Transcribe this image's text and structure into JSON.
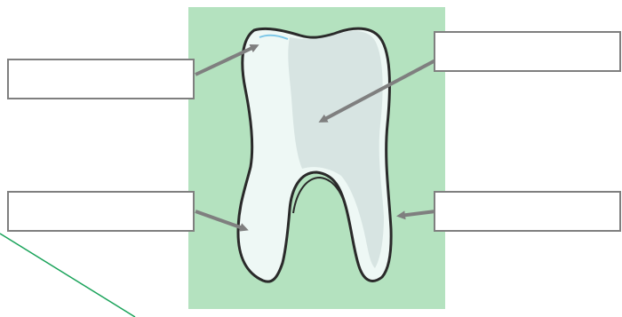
{
  "diagram": {
    "colors": {
      "background_panel": "#b4e2bf",
      "tooth_fill": "#eef8f5",
      "tooth_shadow": "#d2e0de",
      "tooth_outline": "#2a2a2a",
      "arrow": "#7f7f7f",
      "box_border": "#7f7f7f",
      "stray_line": "#1aa35a"
    },
    "label_boxes": [
      {
        "id": "top-left",
        "text": ""
      },
      {
        "id": "top-right",
        "text": ""
      },
      {
        "id": "bottom-left",
        "text": ""
      },
      {
        "id": "bottom-right",
        "text": ""
      }
    ]
  }
}
